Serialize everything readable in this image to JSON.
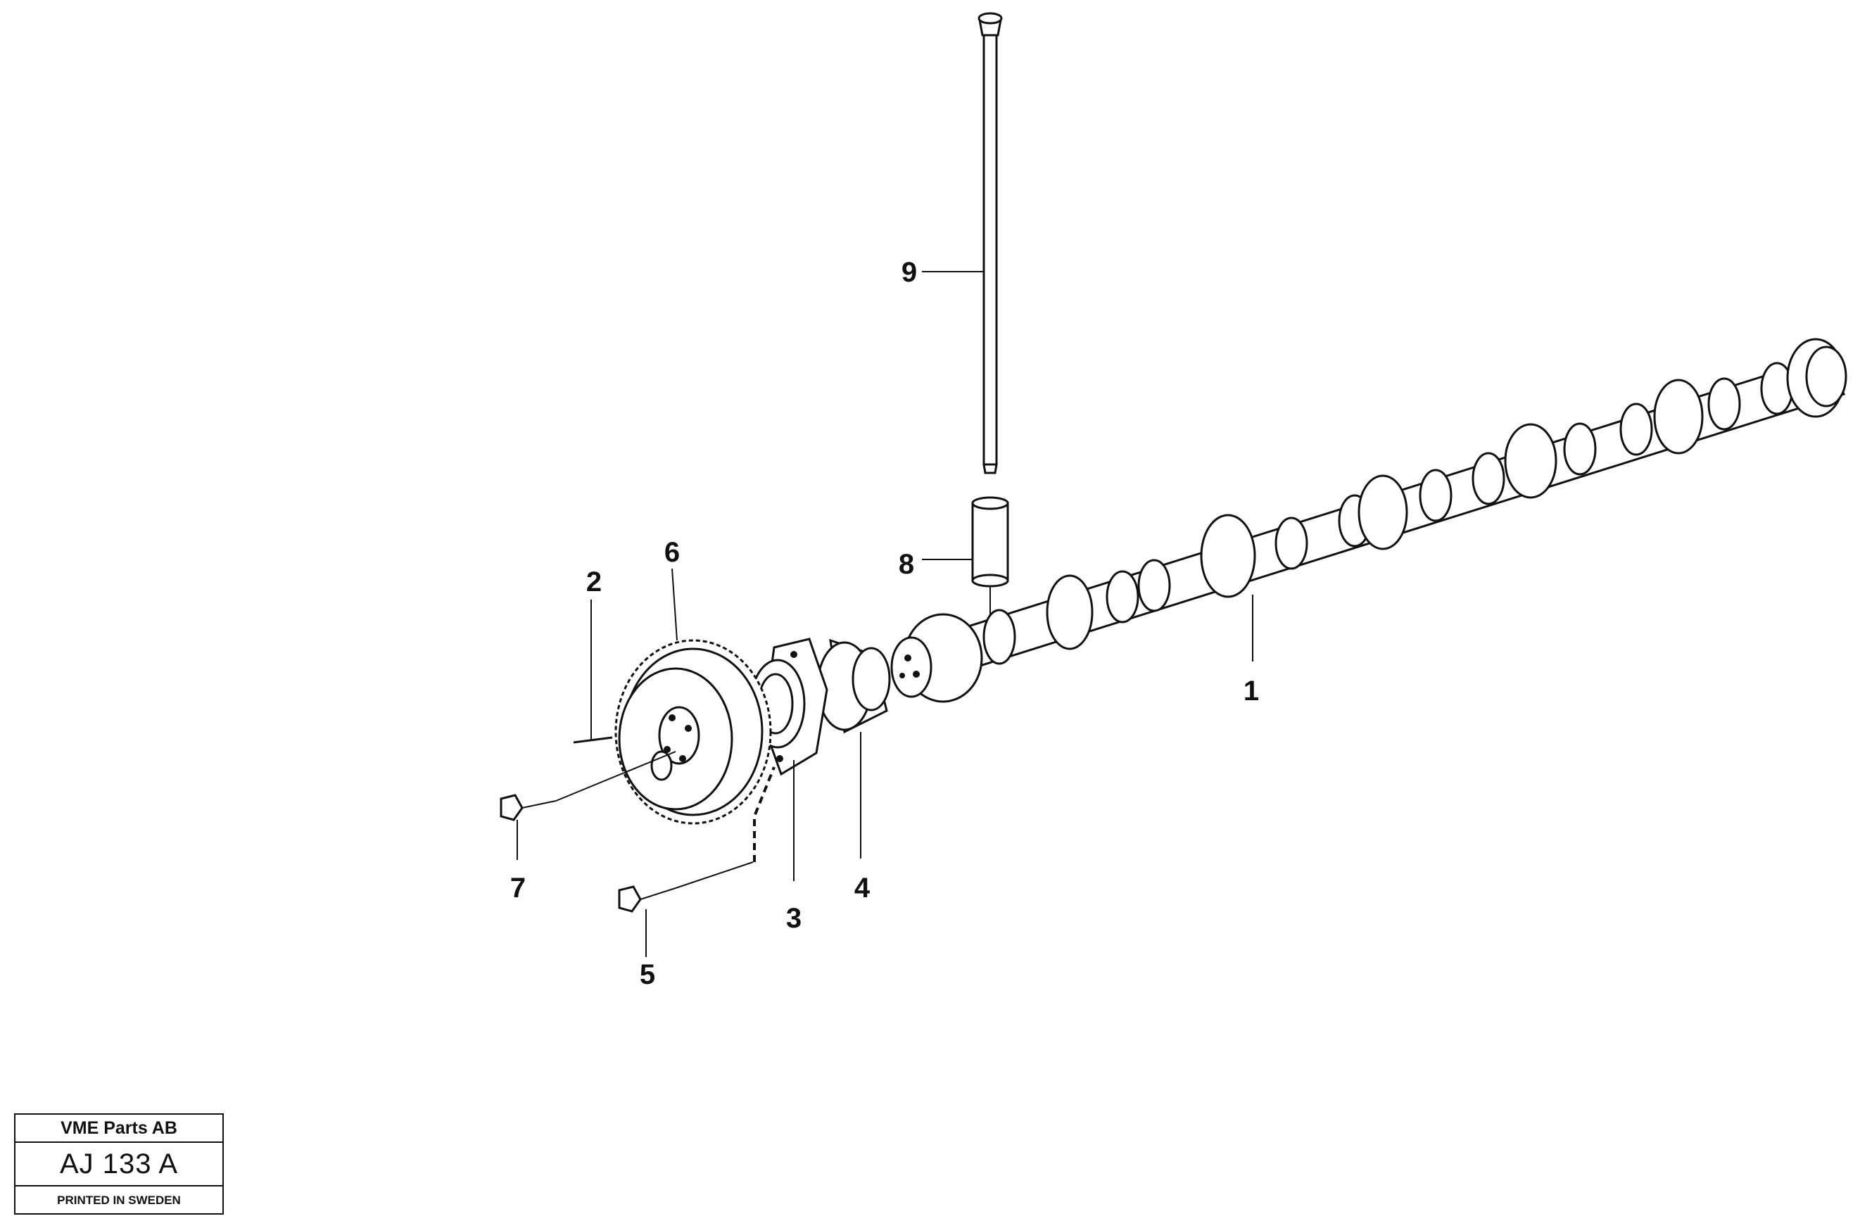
{
  "callouts": {
    "c1": "1",
    "c2": "2",
    "c3": "3",
    "c4": "4",
    "c5": "5",
    "c6": "6",
    "c7": "7",
    "c8": "8",
    "c9": "9"
  },
  "title_block": {
    "company": "VME Parts AB",
    "drawing_number": "AJ 133 A",
    "printed": "PRINTED IN SWEDEN"
  }
}
